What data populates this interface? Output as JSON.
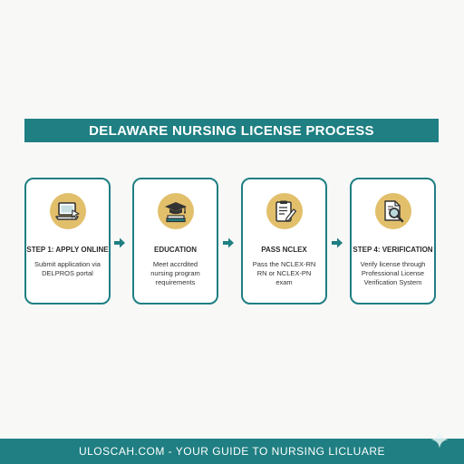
{
  "title": "DELAWARE NURSING LICENSE PROCESS",
  "steps": [
    {
      "icon": "laptop-icon",
      "title": "STEP 1: APPLY ONLINE",
      "desc_lines": [
        "Submit application via",
        "DELPROS portal"
      ]
    },
    {
      "icon": "graduation-cap-books-icon",
      "title": "EDUCATION",
      "desc_lines": [
        "Meet accrdited",
        "nursing program",
        "requirements"
      ]
    },
    {
      "icon": "clipboard-pencil-icon",
      "title": "PASS NCLEX",
      "desc_lines": [
        "Pass the NCLEX-RN",
        "RN or NCLEX-PN",
        "exam"
      ]
    },
    {
      "icon": "document-magnifier-icon",
      "title": "STEP 4: VERIFICATION",
      "desc_lines": [
        "Verify license through",
        "Professional License",
        "Verification System"
      ]
    }
  ],
  "footer": "ULOSCAH.COM - YOUR GUIDE TO NURSING LICLUARE",
  "colors": {
    "teal": "#1f7f82",
    "gold": "#e2bf6b",
    "background": "#f8f8f7"
  }
}
